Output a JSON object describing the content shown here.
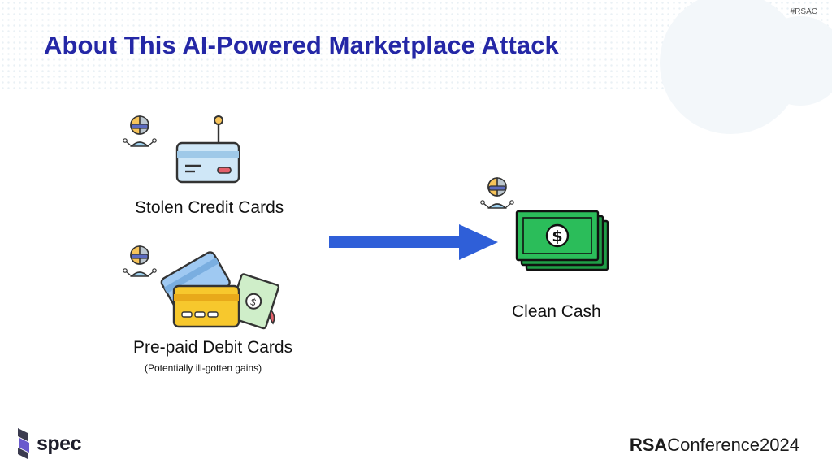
{
  "header": {
    "hashtag": "#RSAC",
    "title": "About This AI-Powered Marketplace Attack"
  },
  "items": [
    {
      "label": "Stolen Credit Cards",
      "icon": "stolen-credit-card-icon"
    },
    {
      "label": "Pre-paid Debit Cards",
      "sublabel": "(Potentially ill-gotten gains)",
      "icon": "prepaid-debit-cards-icon"
    },
    {
      "label": "Clean Cash",
      "icon": "cash-stack-icon"
    }
  ],
  "footer": {
    "brand": "spec",
    "conference_rsa": "RSA",
    "conference_name": "Conference",
    "conference_year": "2024"
  },
  "colors": {
    "title": "#2427a6",
    "arrow": "#2f5fd8",
    "cash": "#1f9d47"
  }
}
